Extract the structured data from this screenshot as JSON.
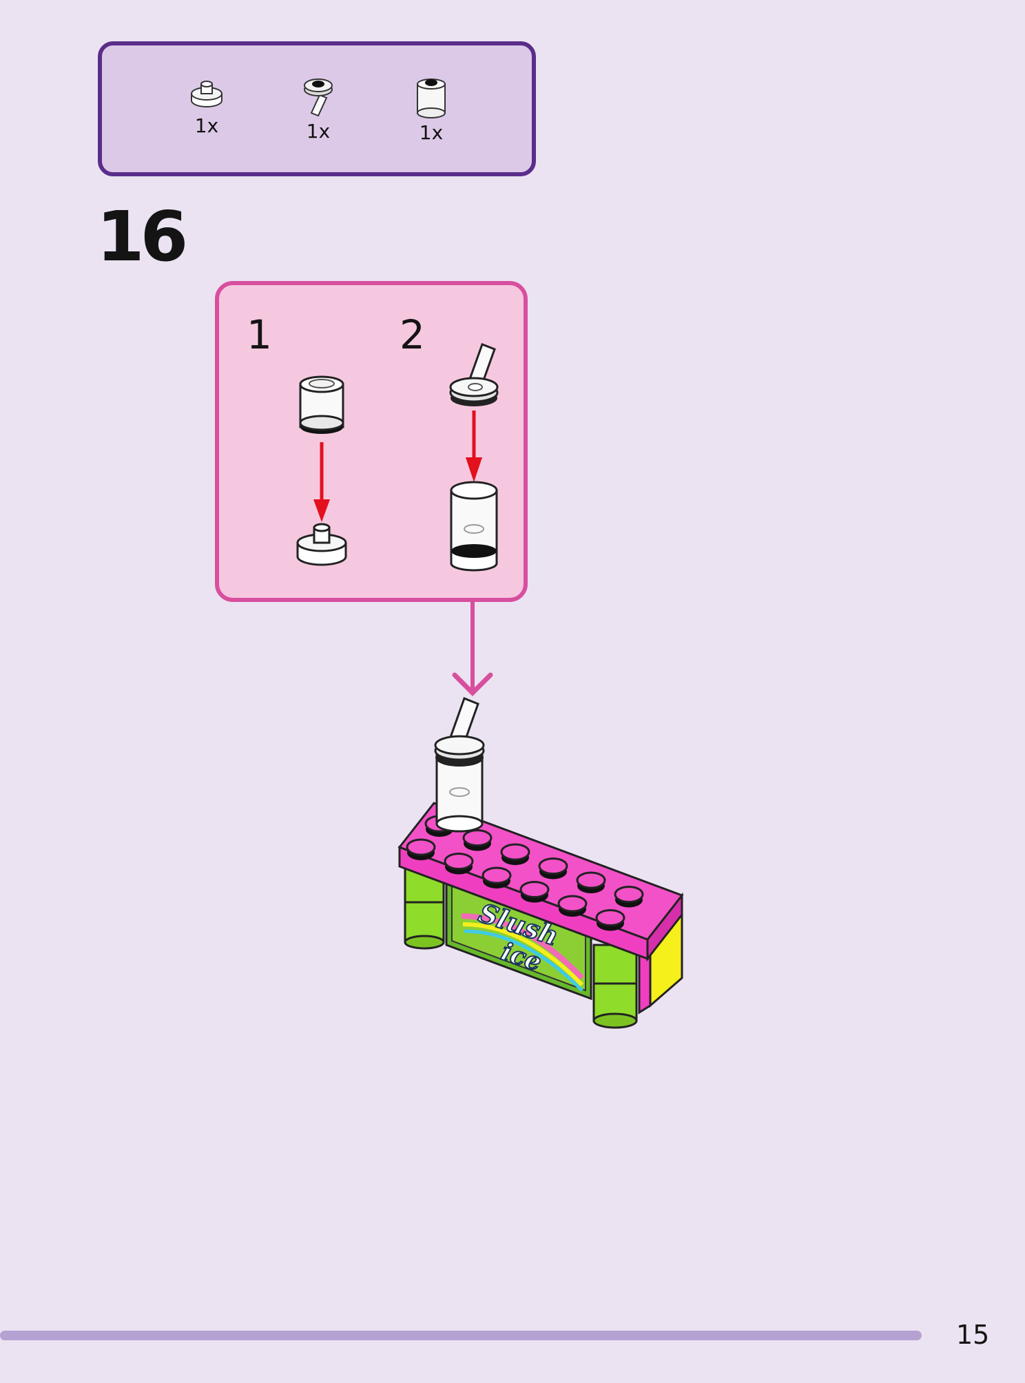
{
  "parts_callout": {
    "parts": [
      {
        "icon": "round-plate-with-bar-holder-icon",
        "qty": "1x"
      },
      {
        "icon": "cup-lid-with-straw-icon",
        "qty": "1x"
      },
      {
        "icon": "transparent-round-brick-icon",
        "qty": "1x"
      }
    ]
  },
  "step": {
    "number": "16"
  },
  "sub_assembly": {
    "steps": [
      {
        "label": "1"
      },
      {
        "label": "2"
      }
    ]
  },
  "sign": {
    "line1": "Slush",
    "line2": "ice"
  },
  "page": {
    "number": "15"
  },
  "colors": {
    "parts_border": "#5a2d8a",
    "parts_fill": "#dcc9e7",
    "sub_border": "#d84f9e",
    "sub_fill": "#f6c8e0",
    "arrow_red": "#e3101e",
    "brick_magenta": "#ef3fc0",
    "lime": "#8fdc2a",
    "yellow": "#f5ef1c"
  }
}
